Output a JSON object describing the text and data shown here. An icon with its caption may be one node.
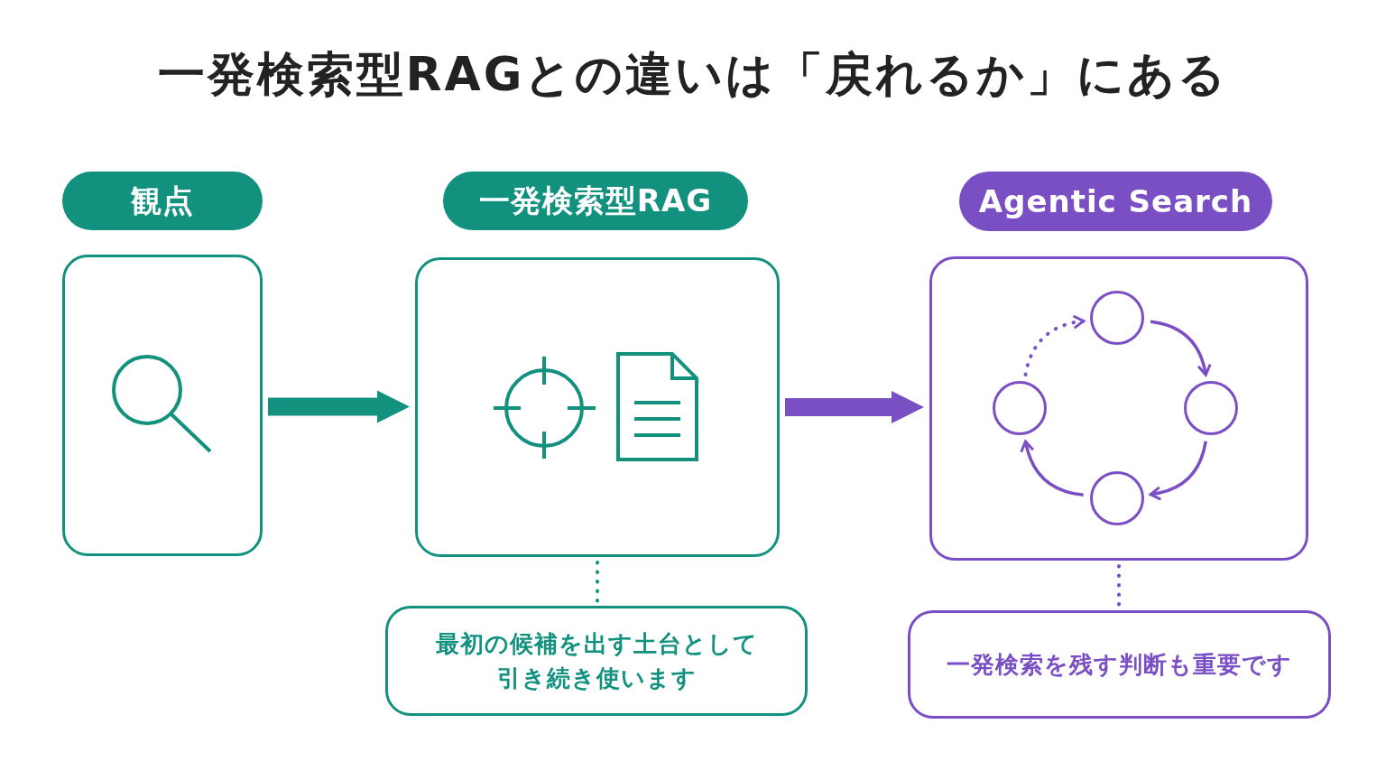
{
  "diagram": {
    "title": "一発検索型RAGとの違いは「戻れるか」にある",
    "nodes": [
      {
        "text": [
          "観点"
        ]
      },
      {
        "text": [
          "一発検索型RAG"
        ]
      },
      {
        "text": [
          "Agentic Search"
        ]
      },
      {
        "text": [
          "最初の候補を出す土台として引き続き使います"
        ]
      },
      {
        "text": [
          "一発検索を残す判断も重要です"
        ]
      },
      {
        "text": [],
        "shape": "circle",
        "in": 2
      },
      {
        "text": [],
        "shape": "circle",
        "in": 2
      },
      {
        "text": [],
        "shape": "circle",
        "in": 2
      },
      {
        "text": [],
        "shape": "circle",
        "in": 2
      }
    ],
    "edges": [
      {
        "from": 0,
        "to": 1,
        "arrow": "to",
        "style": "thick",
        "color": "#13917f"
      },
      {
        "from": 1,
        "to": 2,
        "arrow": "to",
        "style": "thick",
        "color": "#7b4fc4"
      },
      {
        "from": 1,
        "to": 3,
        "arrow": "none",
        "style": "dashed",
        "color": "#13917f"
      },
      {
        "from": 2,
        "to": 4,
        "arrow": "none",
        "style": "dashed",
        "color": "#7b4fc4"
      },
      {
        "from": 6,
        "to": 5,
        "arrow": "to",
        "style": "dashed",
        "color": "#7b4fc4"
      },
      {
        "from": 5,
        "to": 7,
        "arrow": "to",
        "color": "#7b4fc4"
      },
      {
        "from": 7,
        "to": 8,
        "arrow": "to",
        "color": "#7b4fc4"
      },
      {
        "from": 8,
        "to": 6,
        "arrow": "to",
        "color": "#7b4fc4"
      }
    ]
  }
}
